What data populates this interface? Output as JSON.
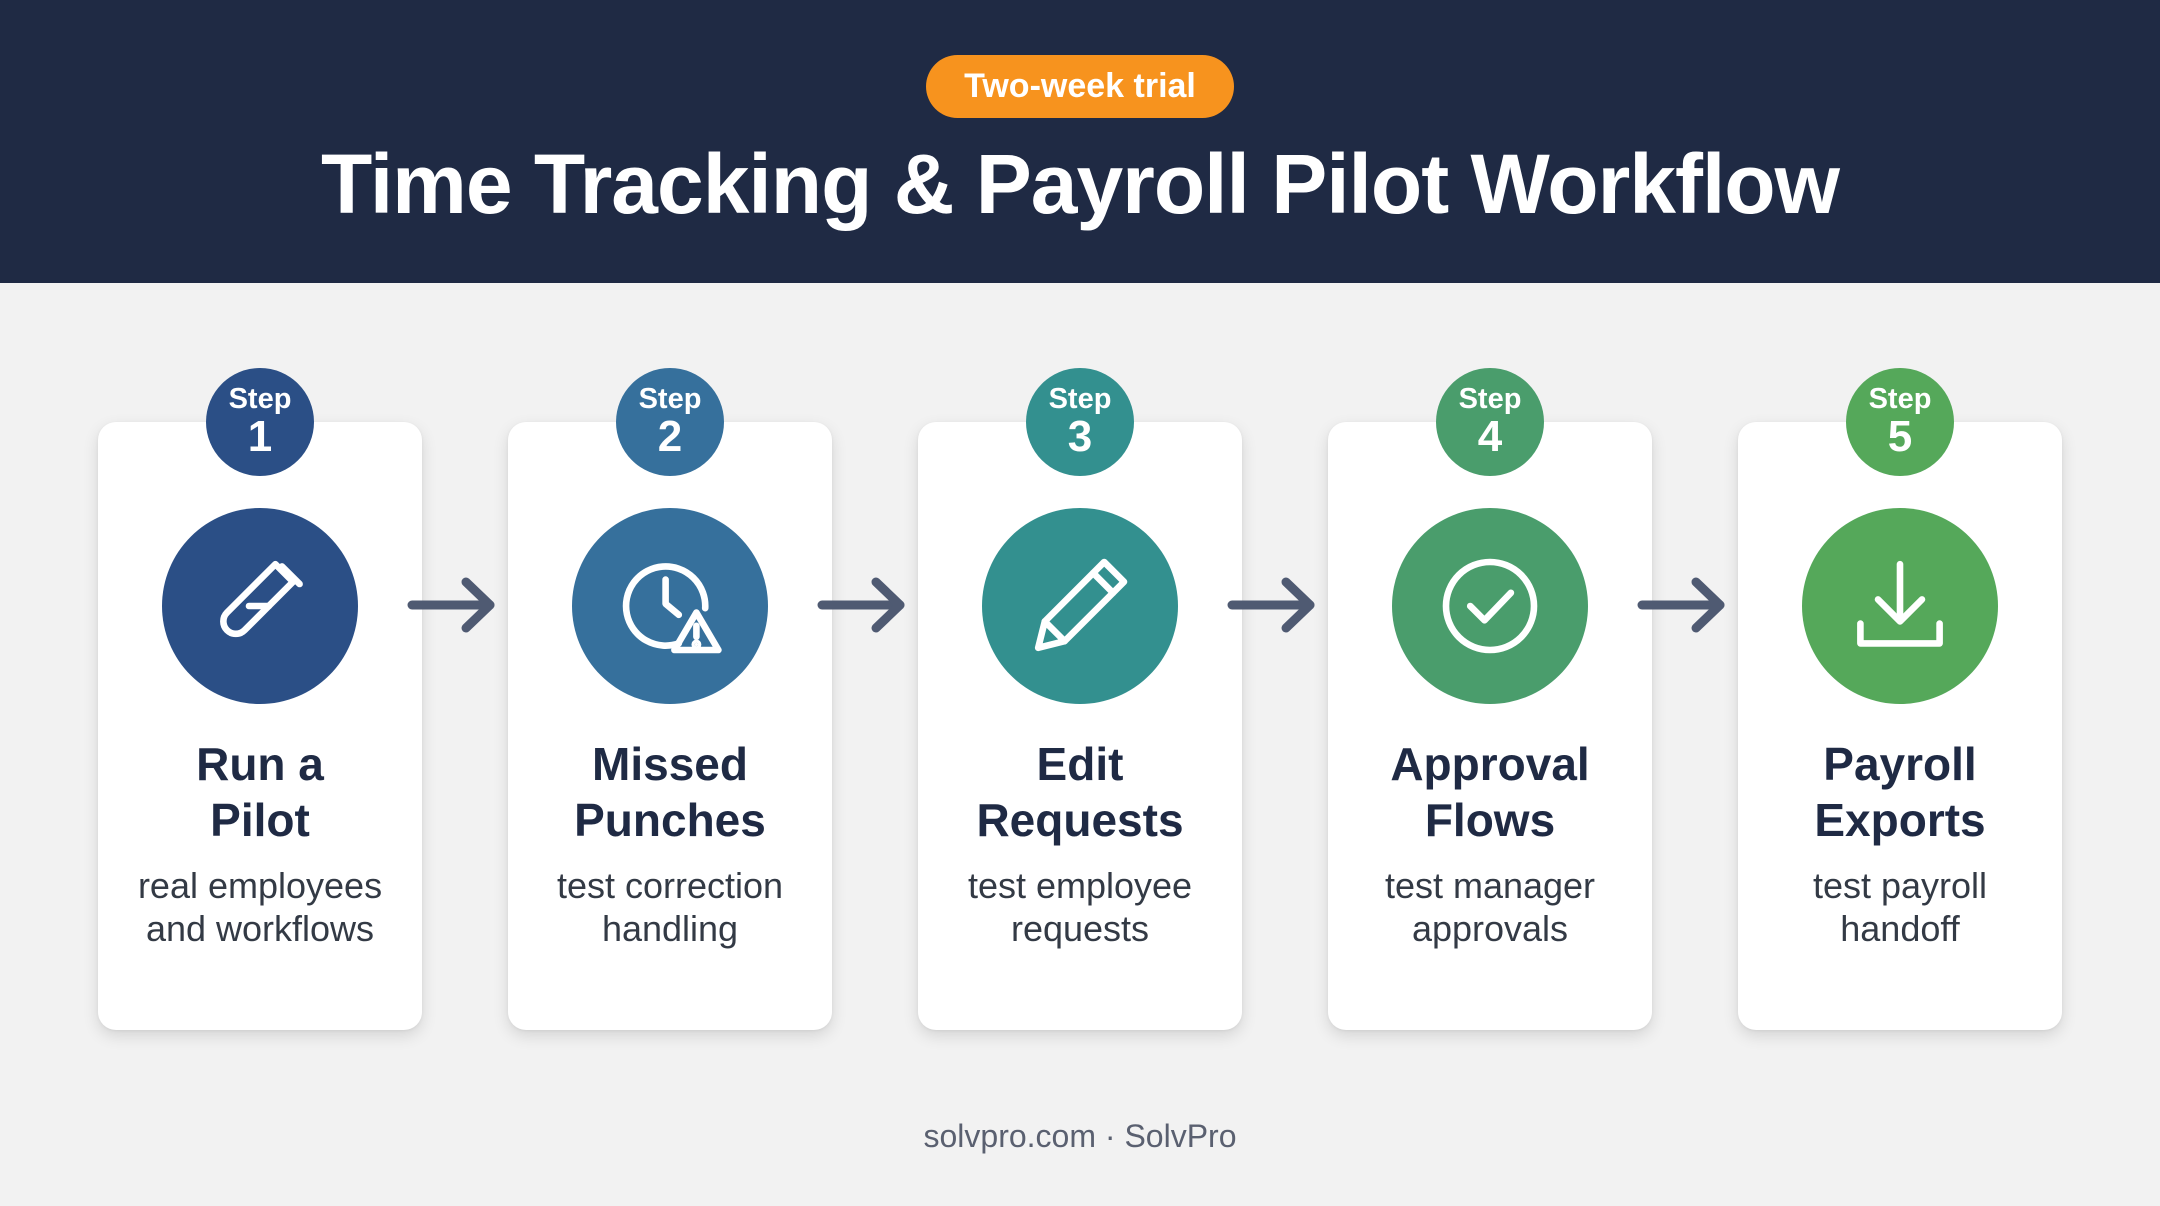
{
  "header": {
    "badge": "Two-week trial",
    "title": "Time Tracking & Payroll Pilot Workflow"
  },
  "steps": [
    {
      "step_word": "Step",
      "number": "1",
      "title_line1": "Run a",
      "title_line2": "Pilot",
      "desc_line1": "real employees",
      "desc_line2": "and workflows",
      "icon": "test-tube-icon",
      "color": "#2b4f86"
    },
    {
      "step_word": "Step",
      "number": "2",
      "title_line1": "Missed",
      "title_line2": "Punches",
      "desc_line1": "test correction",
      "desc_line2": "handling",
      "icon": "clock-warning-icon",
      "color": "#36709c"
    },
    {
      "step_word": "Step",
      "number": "3",
      "title_line1": "Edit",
      "title_line2": "Requests",
      "desc_line1": "test employee",
      "desc_line2": "requests",
      "icon": "pencil-icon",
      "color": "#33908f"
    },
    {
      "step_word": "Step",
      "number": "4",
      "title_line1": "Approval",
      "title_line2": "Flows",
      "desc_line1": "test manager",
      "desc_line2": "approvals",
      "icon": "check-circle-icon",
      "color": "#4a9d6c"
    },
    {
      "step_word": "Step",
      "number": "5",
      "title_line1": "Payroll",
      "title_line2": "Exports",
      "desc_line1": "test payroll",
      "desc_line2": "handoff",
      "icon": "download-icon",
      "color": "#55a85a"
    }
  ],
  "footer": "solvpro.com · SolvPro",
  "colors": {
    "header_bg": "#1f2a44",
    "badge_bg": "#f7931e",
    "arrow": "#4f5a72",
    "background": "#f2f2f2"
  }
}
